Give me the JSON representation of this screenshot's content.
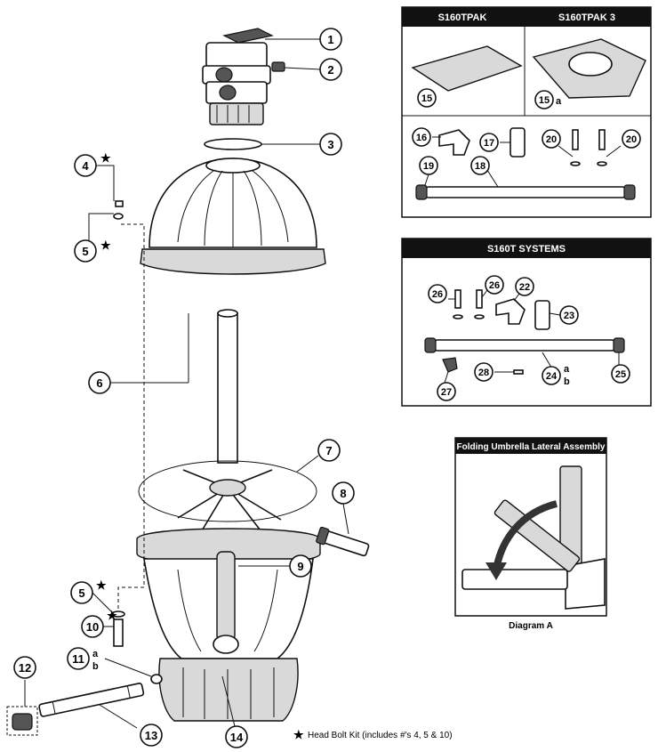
{
  "panels": {
    "tpak_left": {
      "title": "S160TPAK"
    },
    "tpak_right": {
      "title": "S160TPAK 3"
    },
    "systems": {
      "title": "S160T SYSTEMS"
    },
    "umbrella": {
      "title": "Folding Umbrella Lateral Assembly",
      "caption": "Diagram A"
    }
  },
  "footnote": {
    "star": "★",
    "text": "Head Bolt Kit (includes #'s 4, 5 & 10)"
  },
  "callouts": {
    "c1": "1",
    "c2": "2",
    "c3": "3",
    "c4": "4",
    "c5": "5",
    "c5b": "5",
    "c6": "6",
    "c7": "7",
    "c8": "8",
    "c9": "9",
    "c10": "10",
    "c11": "11",
    "c12": "12",
    "c13": "13",
    "c14": "14",
    "c15": "15",
    "c15a": "15",
    "c16": "16",
    "c17": "17",
    "c18": "18",
    "c19": "19",
    "c20a": "20",
    "c20b": "20",
    "c22": "22",
    "c23": "23",
    "c24": "24",
    "c25": "25",
    "c26a": "26",
    "c26b": "26",
    "c27": "27",
    "c28": "28"
  },
  "suffixes": {
    "s15a": "a",
    "s11a": "a",
    "s11b": "b",
    "s24a": "a",
    "s24b": "b"
  },
  "stars": {
    "st4": "★",
    "st5": "★",
    "st5b": "★",
    "st10": "★"
  }
}
